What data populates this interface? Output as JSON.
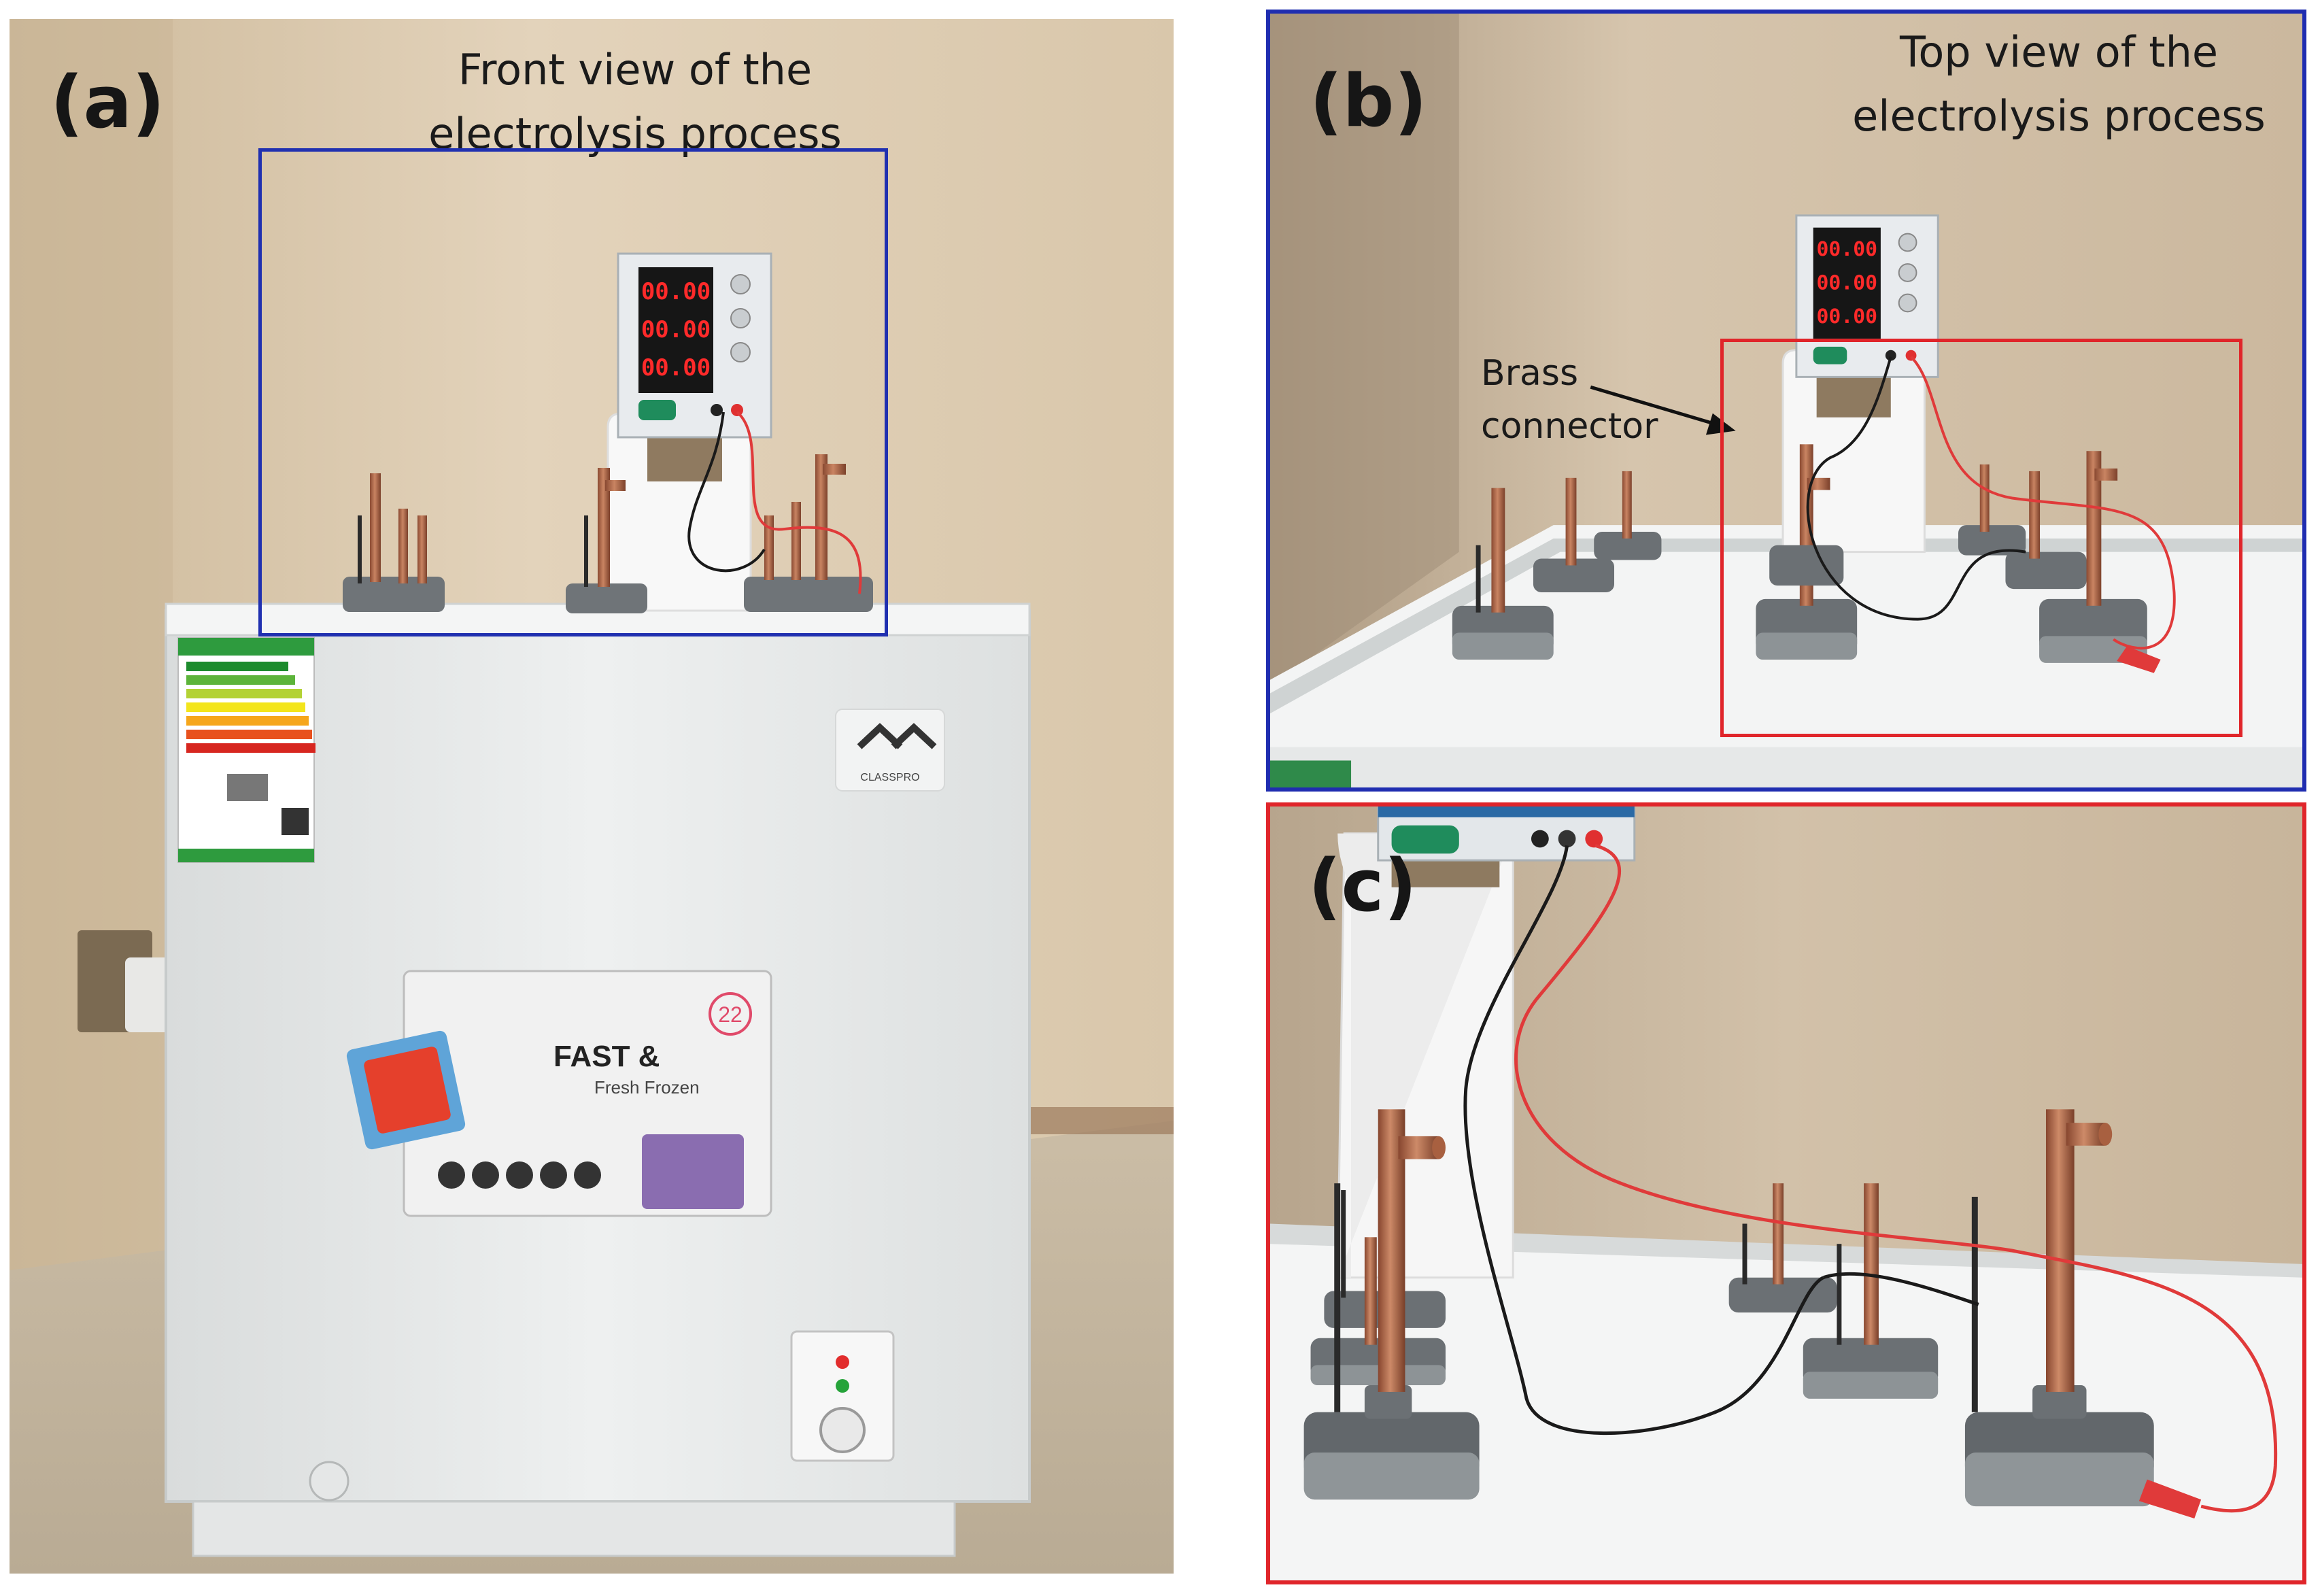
{
  "panel_a": {
    "tag": "(a)",
    "caption_line1": "Front view of the",
    "caption_line2": "electrolysis process",
    "display_lines": [
      "00.00",
      "00.00",
      "00.00"
    ],
    "brand_text": "CLASSPRO",
    "sticker_title": "FAST &",
    "sticker_subtitle": "Fresh Frozen",
    "sticker_badge": "22"
  },
  "panel_b": {
    "tag": "(b)",
    "caption_line1": "Top view of the",
    "caption_line2": "electrolysis process",
    "annotation_line1": "Brass",
    "annotation_line2": "connector",
    "display_lines": [
      "00.00",
      "00.00",
      "00.00"
    ]
  },
  "panel_c": {
    "tag": "(c)"
  },
  "colors": {
    "blue_frame": "#1f2db0",
    "red_frame": "#e0252a",
    "copper": "#b56a48",
    "clamp": "#7d8386",
    "wall": "#d8c6ac",
    "freezer": "#eceeee"
  }
}
